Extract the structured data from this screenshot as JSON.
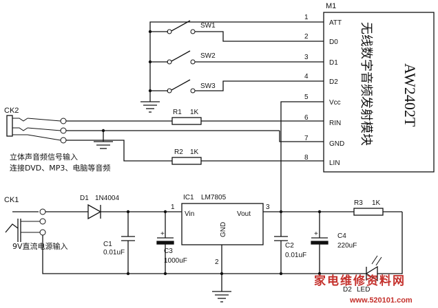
{
  "module": {
    "ref": "M1",
    "name": "AW2402T",
    "description": "无线数字音频发射模块",
    "pins": [
      {
        "num": "1",
        "name": "ATT"
      },
      {
        "num": "2",
        "name": "D0"
      },
      {
        "num": "3",
        "name": "D1"
      },
      {
        "num": "4",
        "name": "D2"
      },
      {
        "num": "5",
        "name": "Vcc"
      },
      {
        "num": "6",
        "name": "RIN"
      },
      {
        "num": "7",
        "name": "GND"
      },
      {
        "num": "8",
        "name": "LIN"
      }
    ]
  },
  "switches": [
    "SW1",
    "SW2",
    "SW3"
  ],
  "resistors": {
    "r1": {
      "ref": "R1",
      "value": "1K"
    },
    "r2": {
      "ref": "R2",
      "value": "1K"
    },
    "r3": {
      "ref": "R3",
      "value": "1K"
    }
  },
  "connectors": {
    "ck2": "CK2",
    "ck2_note_1": "立体声音频信号输入",
    "ck2_note_2": "连接DVD、MP3、电脑等音频",
    "ck1": "CK1",
    "ck1_note": "9V直流电源输入"
  },
  "diodes": {
    "d1": {
      "ref": "D1",
      "value": "1N4004"
    },
    "d2": {
      "ref": "D2",
      "value": "LED"
    }
  },
  "regulator": {
    "ref": "IC1",
    "part": "LM7805",
    "vin": "Vin",
    "vout": "Vout",
    "gnd": "GND",
    "pin_in": "1",
    "pin_out": "3",
    "pin_gnd": "2"
  },
  "capacitors": {
    "c1": {
      "ref": "C1",
      "value": "0.01uF"
    },
    "c2": {
      "ref": "C2",
      "value": "0.01uF"
    },
    "c3": {
      "ref": "C3",
      "value": "1000uF"
    },
    "c4": {
      "ref": "C4",
      "value": "220uF"
    },
    "polarity": "+"
  },
  "watermark": {
    "text": "家电维修资料网",
    "url": "www.520101.com"
  }
}
